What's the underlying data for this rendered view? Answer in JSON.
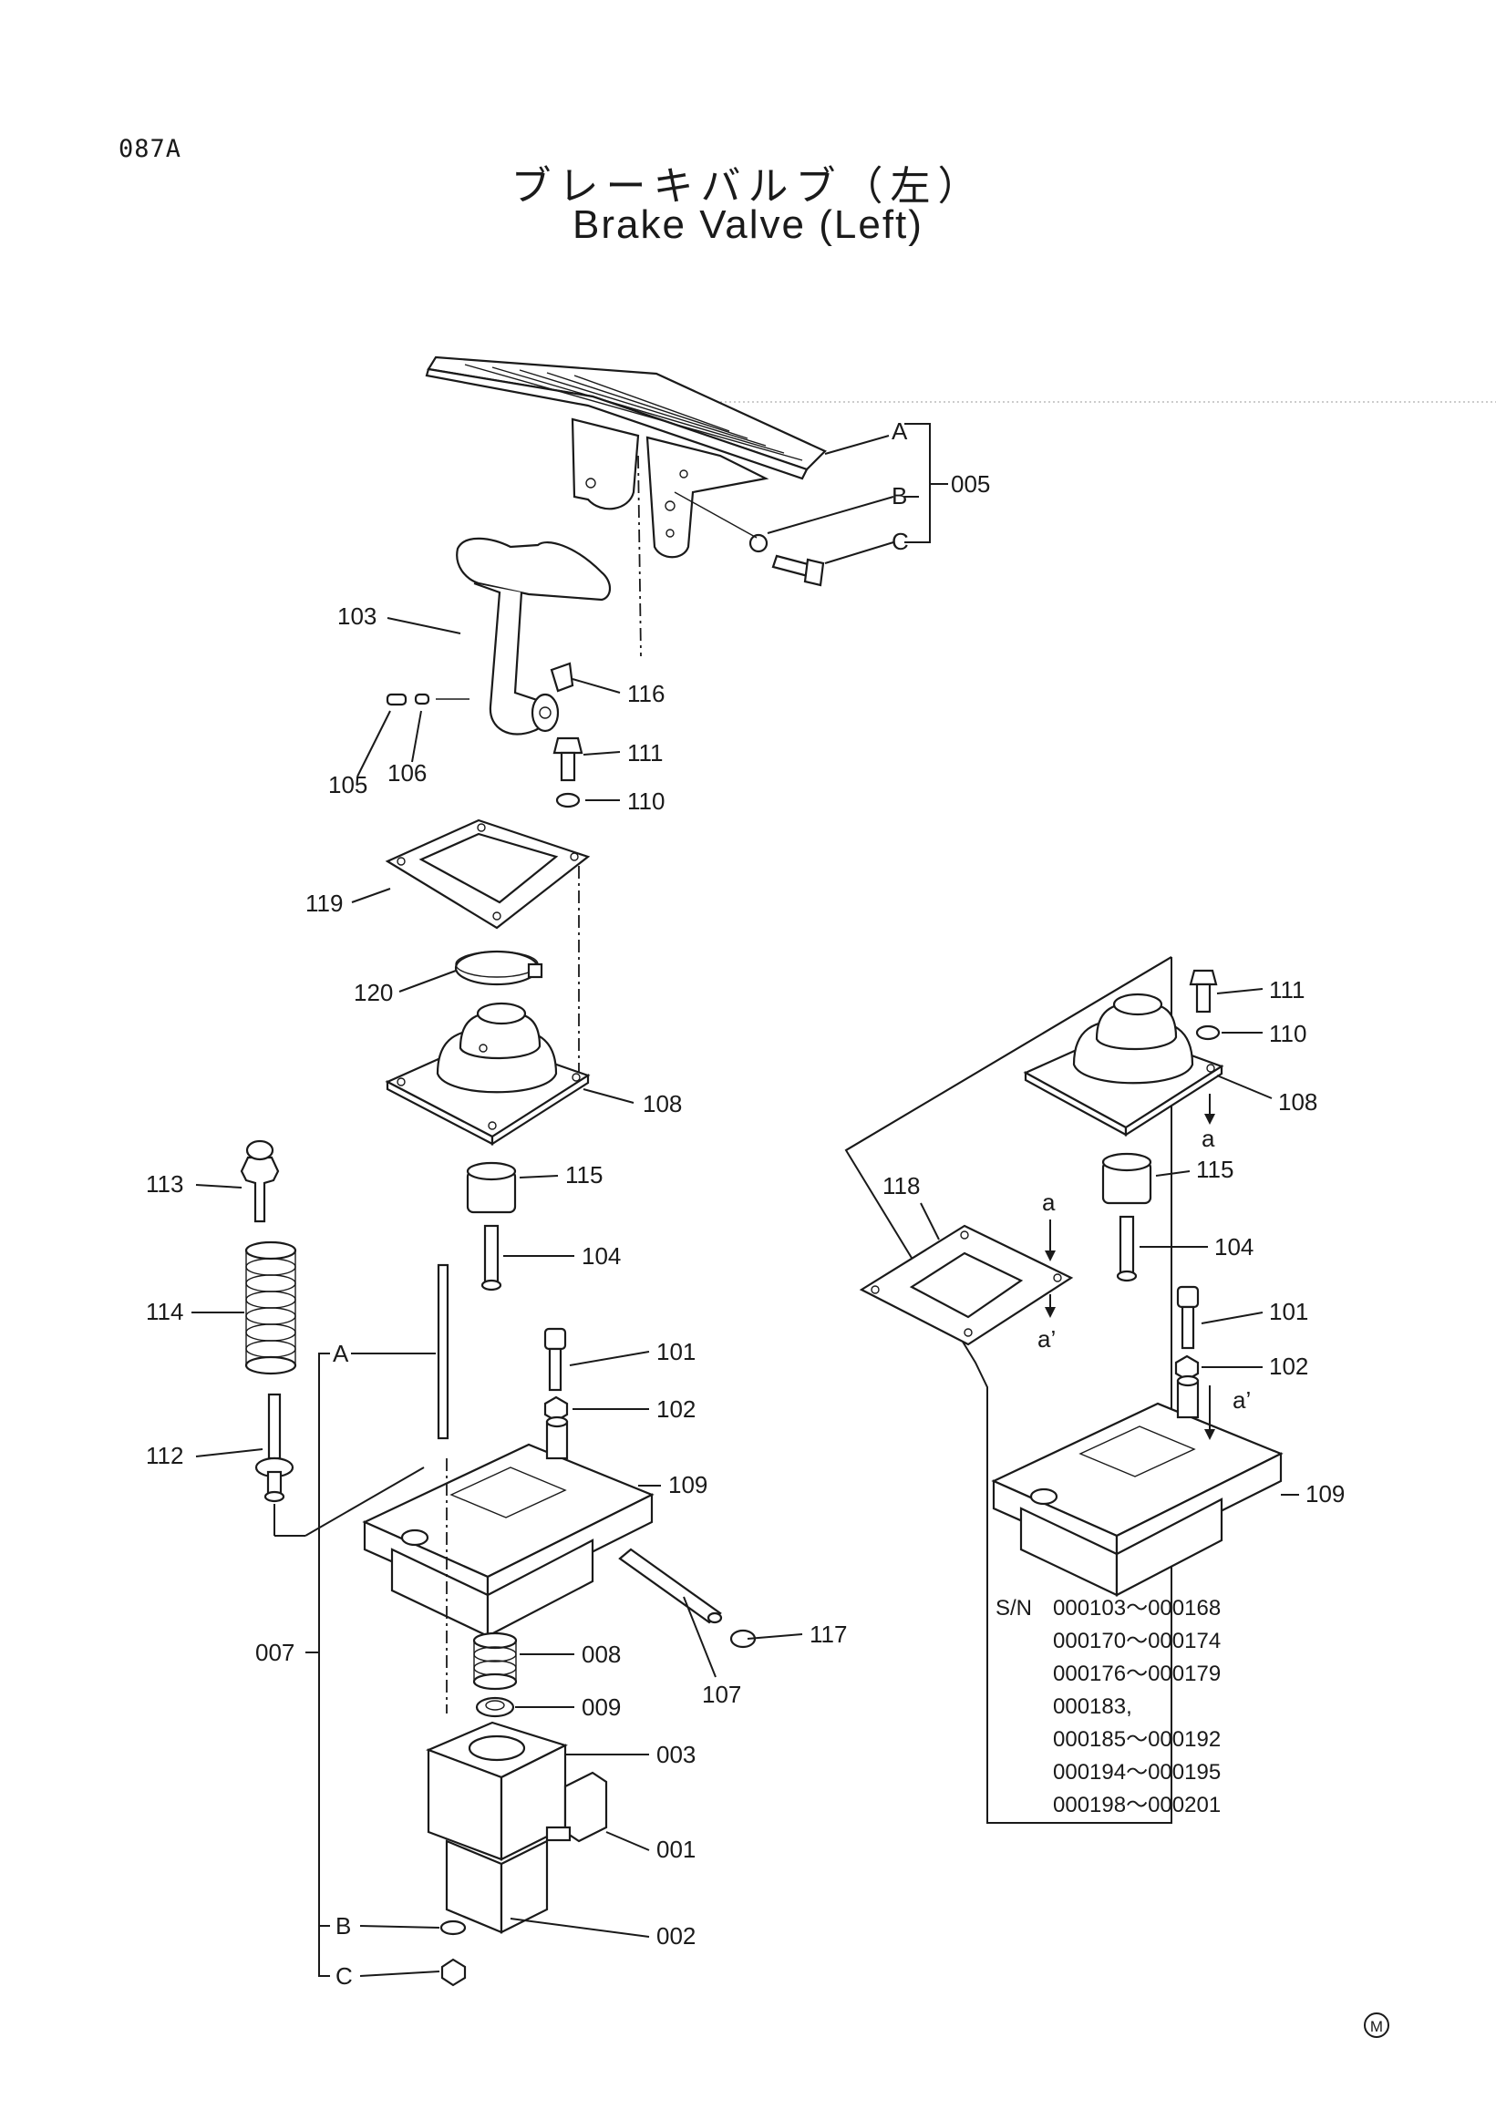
{
  "page_code": "087A",
  "title_jp": "ブレーキバルブ（左）",
  "title_en": "Brake Valve (Left)",
  "callouts": {
    "c005": "005",
    "cA": "A",
    "cB": "B",
    "cC": "C",
    "c103": "103",
    "c116": "116",
    "c105": "105",
    "c106": "106",
    "c111": "111",
    "c110": "110",
    "c119": "119",
    "c120": "120",
    "c108": "108",
    "c113": "113",
    "c115": "115",
    "c114": "114",
    "c104": "104",
    "c101": "101",
    "c102": "102",
    "c112": "112",
    "c109": "109",
    "c007": "007",
    "c117": "117",
    "c107": "107",
    "c008": "008",
    "c009": "009",
    "c003": "003",
    "c001": "001",
    "c002": "002",
    "c007A": "A",
    "c007B": "B",
    "c007C": "C"
  },
  "inset_callouts": {
    "i111": "111",
    "i110": "110",
    "i108": "108",
    "ia1": "a",
    "i115": "115",
    "i118": "118",
    "ia2": "a",
    "i104": "104",
    "ia3": "a’",
    "i101": "101",
    "i102": "102",
    "ia4": "a’",
    "i109": "109"
  },
  "serial_label": "S/N",
  "serial_ranges": [
    "000103～000168",
    "000170～000174",
    "000176～000179",
    "000183,",
    "000185～000192",
    "000194～000195",
    "000198～000201"
  ],
  "mark": "M"
}
